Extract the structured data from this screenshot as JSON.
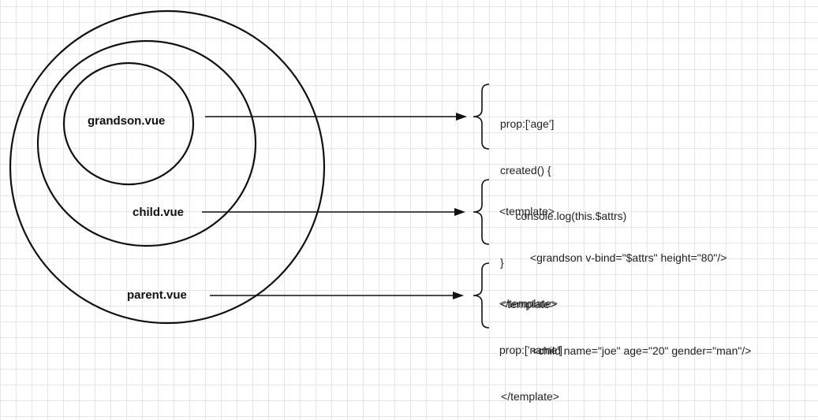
{
  "labels": {
    "grandson": "grandson.vue",
    "child": "child.vue",
    "parent": "parent.vue"
  },
  "blocks": {
    "grandson": [
      "prop:['age']",
      "created() {",
      "     console.log(this.$attrs)",
      "}"
    ],
    "child": [
      "<template>",
      "          <grandson v-bind=\"$attrs\" height=\"80\"/>",
      "</template>",
      "prop:['name']"
    ],
    "parent": [
      "<template>",
      "          <child name=\"joe\" age=\"20\" gender=\"man\"/>",
      "</template>"
    ]
  },
  "colors": {
    "stroke": "#111111",
    "grid": "#e6e6e6"
  }
}
